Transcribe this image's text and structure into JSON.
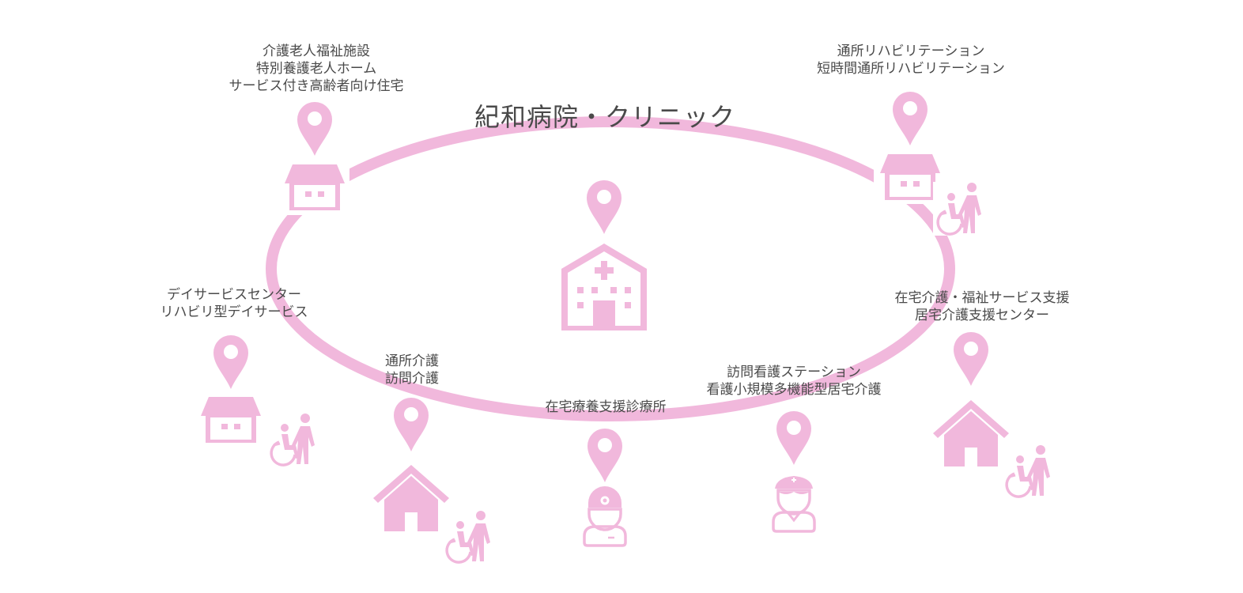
{
  "title": "紀和病院・クリニック",
  "colors": {
    "accent": "#f1b8dc",
    "text": "#4a4a4a",
    "background": "#ffffff"
  },
  "facilities": {
    "nursing_home": {
      "lines": [
        "介護老人福祉施設",
        "特別養護老人ホーム",
        "サービス付き高齢者向け住宅"
      ],
      "icons": [
        "map-pin-icon",
        "building-icon"
      ]
    },
    "rehab": {
      "lines": [
        "通所リハビリテーション",
        "短時間通所リハビリテーション"
      ],
      "icons": [
        "map-pin-icon",
        "building-icon",
        "wheelchair-caregiver-icon"
      ]
    },
    "day_service": {
      "lines": [
        "デイサービスセンター",
        "リハビリ型デイサービス"
      ],
      "icons": [
        "map-pin-icon",
        "building-icon",
        "wheelchair-caregiver-icon"
      ]
    },
    "home_care_support": {
      "lines": [
        "在宅介護・福祉サービス支援",
        "居宅介護支援センター"
      ],
      "icons": [
        "map-pin-icon",
        "house-icon",
        "wheelchair-caregiver-icon"
      ]
    },
    "visiting_care": {
      "lines": [
        "通所介護",
        "訪問介護"
      ],
      "icons": [
        "map-pin-icon",
        "house-icon",
        "wheelchair-caregiver-icon"
      ]
    },
    "home_clinic": {
      "lines": [
        "在宅療養支援診療所"
      ],
      "icons": [
        "map-pin-icon",
        "doctor-icon"
      ]
    },
    "visiting_nursing": {
      "lines": [
        "訪問看護ステーション",
        "看護小規模多機能型居宅介護"
      ],
      "icons": [
        "map-pin-icon",
        "nurse-icon"
      ]
    }
  },
  "center": {
    "icons": [
      "map-pin-icon",
      "hospital-icon"
    ]
  }
}
